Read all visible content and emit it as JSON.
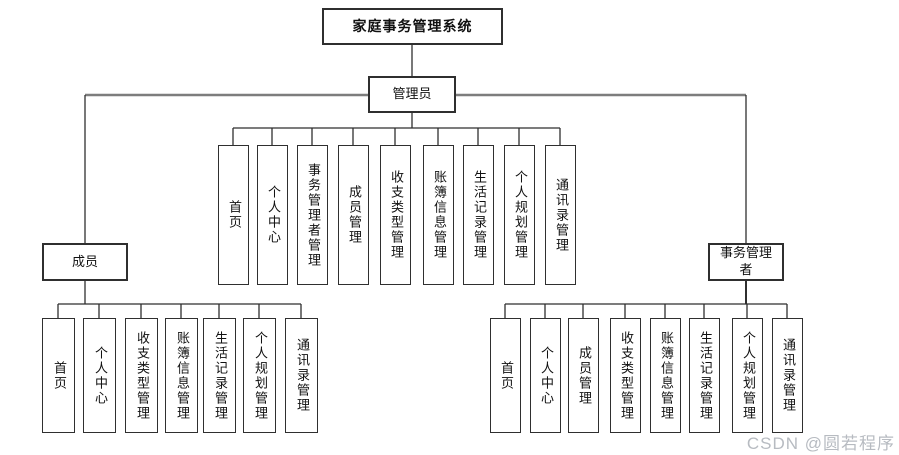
{
  "diagram": {
    "root": {
      "label": "家庭事务管理系统"
    },
    "admin": {
      "label": "管理员",
      "children": [
        {
          "label": "首页"
        },
        {
          "label": "个人中心"
        },
        {
          "label": "事务管理者管理"
        },
        {
          "label": "成员管理"
        },
        {
          "label": "收支类型管理"
        },
        {
          "label": "账簿信息管理"
        },
        {
          "label": "生活记录管理"
        },
        {
          "label": "个人规划管理"
        },
        {
          "label": "通讯录管理"
        }
      ]
    },
    "member": {
      "label": "成员",
      "children": [
        {
          "label": "首页"
        },
        {
          "label": "个人中心"
        },
        {
          "label": "收支类型管理"
        },
        {
          "label": "账簿信息管理"
        },
        {
          "label": "生活记录管理"
        },
        {
          "label": "个人规划管理"
        },
        {
          "label": "通讯录管理"
        }
      ]
    },
    "manager": {
      "label": "事务管理者",
      "children": [
        {
          "label": "首页"
        },
        {
          "label": "个人中心"
        },
        {
          "label": "成员管理"
        },
        {
          "label": "收支类型管理"
        },
        {
          "label": "账簿信息管理"
        },
        {
          "label": "生活记录管理"
        },
        {
          "label": "个人规划管理"
        },
        {
          "label": "通讯录管理"
        }
      ]
    }
  },
  "watermark": {
    "text": "CSDN @圆若程序"
  },
  "colors": {
    "box_border": "#2f2f2f",
    "connector": "#2f2f2f",
    "main_connector": "#7d7d7d",
    "text": "#111111",
    "watermark": "#b7bbc1",
    "background": "#ffffff"
  }
}
